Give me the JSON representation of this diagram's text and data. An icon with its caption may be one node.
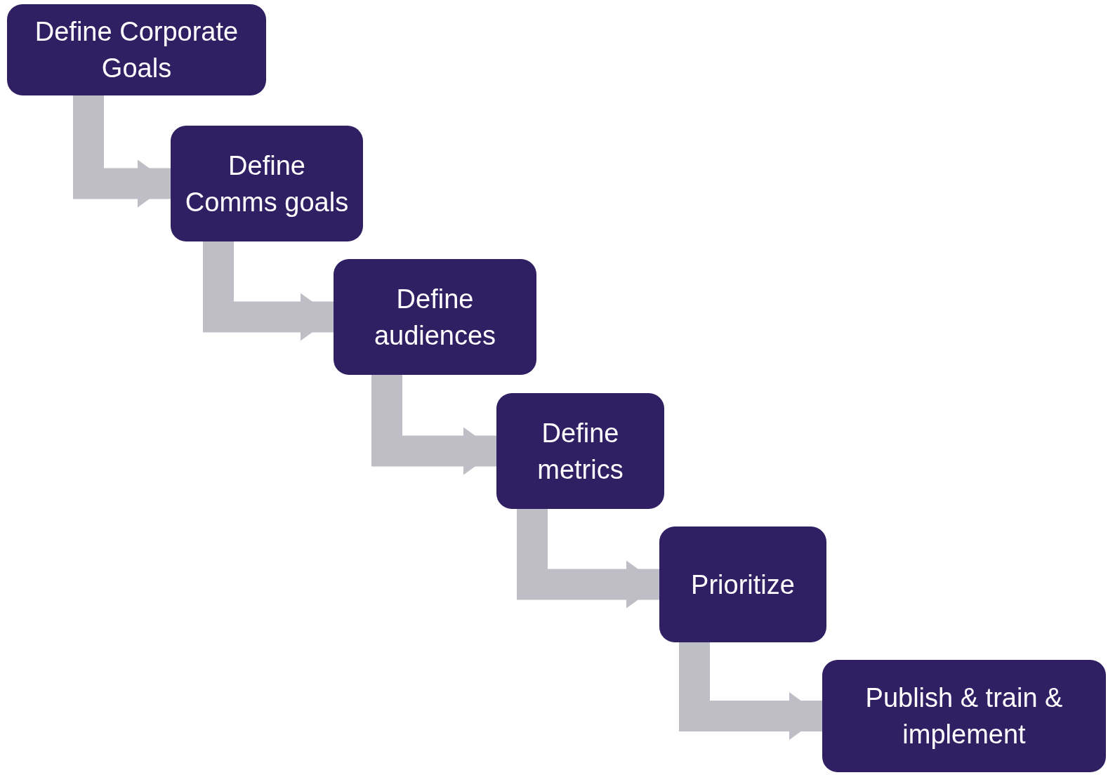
{
  "diagram": {
    "nodes": [
      {
        "text": [
          "Define Corporate Goals"
        ]
      },
      {
        "text": [
          "Define Comms goals"
        ]
      },
      {
        "text": [
          "Define audiences"
        ]
      },
      {
        "text": [
          "Define metrics"
        ]
      },
      {
        "text": [
          "Prioritize"
        ]
      },
      {
        "text": [
          "Publish & train & implement"
        ]
      }
    ],
    "edges": [
      {
        "from": 0,
        "to": 1,
        "arrow": "to"
      },
      {
        "from": 1,
        "to": 2,
        "arrow": "to"
      },
      {
        "from": 2,
        "to": 3,
        "arrow": "to"
      },
      {
        "from": 3,
        "to": 4,
        "arrow": "to"
      },
      {
        "from": 4,
        "to": 5,
        "arrow": "to"
      }
    ]
  }
}
